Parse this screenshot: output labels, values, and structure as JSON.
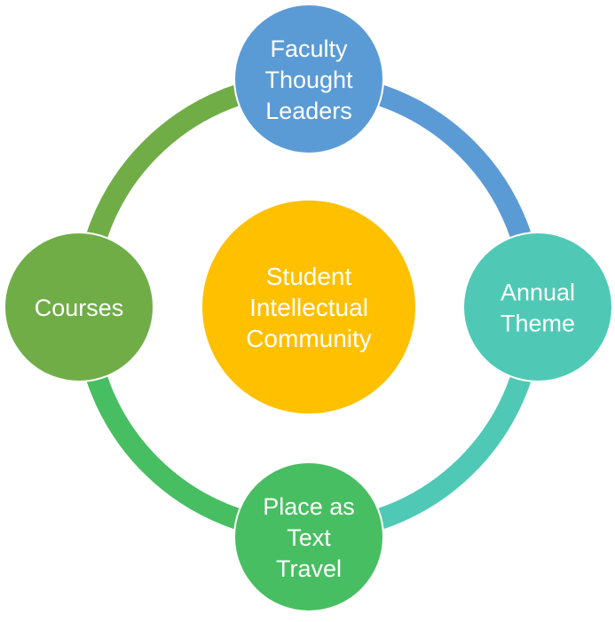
{
  "center": {
    "lines": [
      "Student",
      "Intellectual",
      "Community"
    ],
    "color": "#FFC000"
  },
  "nodes": [
    {
      "id": "faculty",
      "lines": [
        "Faculty",
        "Thought",
        "Leaders"
      ],
      "color": "#5B9BD5"
    },
    {
      "id": "annual-theme",
      "lines": [
        "Annual",
        "Theme"
      ],
      "color": "#4FC9B5"
    },
    {
      "id": "place-as-text",
      "lines": [
        "Place as",
        "Text",
        "Travel"
      ],
      "color": "#48BE62"
    },
    {
      "id": "courses",
      "lines": [
        "Courses"
      ],
      "color": "#70AD47"
    }
  ],
  "arcs": [
    {
      "id": "faculty-to-annual",
      "color": "#5B9BD5"
    },
    {
      "id": "annual-to-place",
      "color": "#4FC9B5"
    },
    {
      "id": "place-to-courses",
      "color": "#48BE62"
    },
    {
      "id": "courses-to-faculty",
      "color": "#70AD47"
    }
  ]
}
